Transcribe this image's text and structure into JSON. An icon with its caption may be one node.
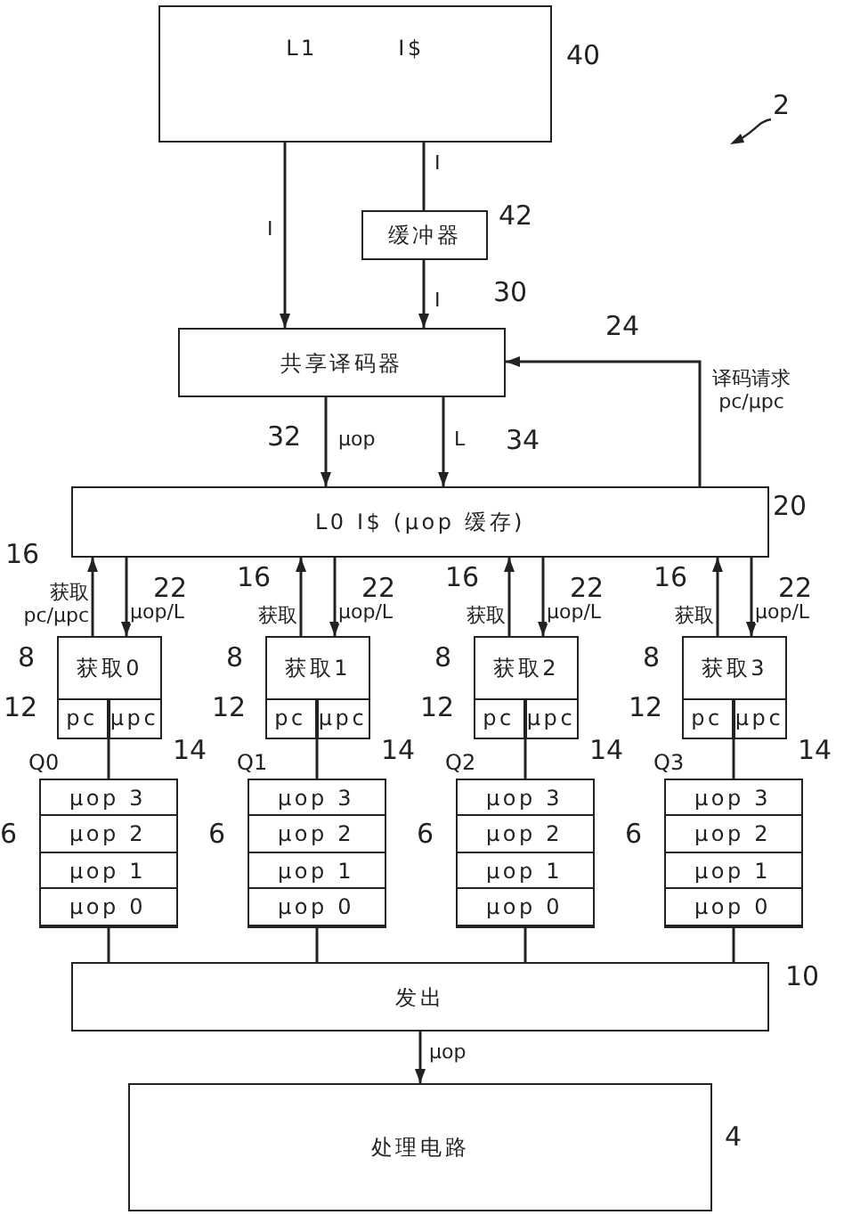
{
  "diagram": {
    "nodes": [
      {
        "text": [
          "L1",
          "I$"
        ],
        "beside": [
          "40"
        ]
      },
      {
        "text": [
          "缓冲器"
        ],
        "beside": [
          "42"
        ]
      },
      {
        "text": [
          "共享译码器"
        ],
        "beside": [
          "30"
        ]
      },
      {
        "text": [
          "L0 I$ (μop 缓存)"
        ],
        "beside": [
          "20"
        ]
      },
      {
        "text": [
          "获取0"
        ],
        "beside": [
          "8"
        ]
      },
      {
        "text": [
          "pc"
        ],
        "in": 4,
        "beside": [
          "12"
        ]
      },
      {
        "text": [
          "μpc"
        ],
        "in": 4,
        "beside": [
          "14"
        ]
      },
      {
        "text": [
          "Q0"
        ],
        "beside": [
          "6"
        ]
      },
      {
        "text": [
          "μop 3"
        ],
        "in": 7
      },
      {
        "text": [
          "μop 2"
        ],
        "in": 7
      },
      {
        "text": [
          "μop 1"
        ],
        "in": 7
      },
      {
        "text": [
          "μop 0"
        ],
        "in": 7
      },
      {
        "text": [
          "获取1"
        ],
        "beside": [
          "8"
        ]
      },
      {
        "text": [
          "pc"
        ],
        "in": 12,
        "beside": [
          "12"
        ]
      },
      {
        "text": [
          "μpc"
        ],
        "in": 12,
        "beside": [
          "14"
        ]
      },
      {
        "text": [
          "Q1"
        ],
        "beside": [
          "6"
        ]
      },
      {
        "text": [
          "μop 3"
        ],
        "in": 15
      },
      {
        "text": [
          "μop 2"
        ],
        "in": 15
      },
      {
        "text": [
          "μop 1"
        ],
        "in": 15
      },
      {
        "text": [
          "μop 0"
        ],
        "in": 15
      },
      {
        "text": [
          "获取2"
        ],
        "beside": [
          "8"
        ]
      },
      {
        "text": [
          "pc"
        ],
        "in": 20,
        "beside": [
          "12"
        ]
      },
      {
        "text": [
          "μpc"
        ],
        "in": 20,
        "beside": [
          "14"
        ]
      },
      {
        "text": [
          "Q2"
        ],
        "beside": [
          "6"
        ]
      },
      {
        "text": [
          "μop 3"
        ],
        "in": 23
      },
      {
        "text": [
          "μop 2"
        ],
        "in": 23
      },
      {
        "text": [
          "μop 1"
        ],
        "in": 23
      },
      {
        "text": [
          "μop 0"
        ],
        "in": 23
      },
      {
        "text": [
          "获取3"
        ],
        "beside": [
          "8"
        ]
      },
      {
        "text": [
          "pc"
        ],
        "in": 28,
        "beside": [
          "12"
        ]
      },
      {
        "text": [
          "μpc"
        ],
        "in": 28,
        "beside": [
          "14"
        ]
      },
      {
        "text": [
          "Q3"
        ],
        "beside": [
          "6"
        ]
      },
      {
        "text": [
          "μop 3"
        ],
        "in": 31
      },
      {
        "text": [
          "μop 2"
        ],
        "in": 31
      },
      {
        "text": [
          "μop 1"
        ],
        "in": 31
      },
      {
        "text": [
          "μop 0"
        ],
        "in": 31
      },
      {
        "text": [
          "发出"
        ],
        "beside": [
          "10"
        ]
      },
      {
        "text": [
          "处理电路"
        ],
        "beside": [
          "4"
        ]
      }
    ],
    "edges": [
      {
        "from": 0,
        "to": 2,
        "arrow": "to",
        "label": "I"
      },
      {
        "from": 0,
        "to": 1,
        "arrow": "none",
        "label": "I"
      },
      {
        "from": 1,
        "to": 2,
        "arrow": "to",
        "label": "I"
      },
      {
        "from": 3,
        "to": 2,
        "arrow": "to",
        "label": "译码请求 pc/μpc"
      },
      {
        "from": 2,
        "to": 3,
        "arrow": "to",
        "label": "μop"
      },
      {
        "from": 2,
        "to": 3,
        "arrow": "to",
        "label": "L"
      },
      {
        "from": 4,
        "to": 3,
        "arrow": "to",
        "label": "获取 pc/μpc"
      },
      {
        "from": 3,
        "to": 4,
        "arrow": "to",
        "label": "μop/L"
      },
      {
        "from": 4,
        "to": 7,
        "arrow": "none"
      },
      {
        "from": 7,
        "to": 36,
        "arrow": "none"
      },
      {
        "from": 12,
        "to": 3,
        "arrow": "to",
        "label": "获取"
      },
      {
        "from": 3,
        "to": 12,
        "arrow": "to",
        "label": "μop/L"
      },
      {
        "from": 12,
        "to": 15,
        "arrow": "none"
      },
      {
        "from": 15,
        "to": 36,
        "arrow": "none"
      },
      {
        "from": 20,
        "to": 3,
        "arrow": "to",
        "label": "获取"
      },
      {
        "from": 3,
        "to": 20,
        "arrow": "to",
        "label": "μop/L"
      },
      {
        "from": 20,
        "to": 23,
        "arrow": "none"
      },
      {
        "from": 23,
        "to": 36,
        "arrow": "none"
      },
      {
        "from": 28,
        "to": 3,
        "arrow": "to",
        "label": "获取"
      },
      {
        "from": 3,
        "to": 28,
        "arrow": "to",
        "label": "μop/L"
      },
      {
        "from": 28,
        "to": 31,
        "arrow": "none"
      },
      {
        "from": 31,
        "to": 36,
        "arrow": "none"
      },
      {
        "from": 36,
        "to": 37,
        "arrow": "to",
        "label": "μop"
      }
    ],
    "labels": [
      "2",
      "24",
      "32",
      "34",
      "16",
      "22",
      "16",
      "22",
      "16",
      "22",
      "16",
      "22"
    ]
  }
}
